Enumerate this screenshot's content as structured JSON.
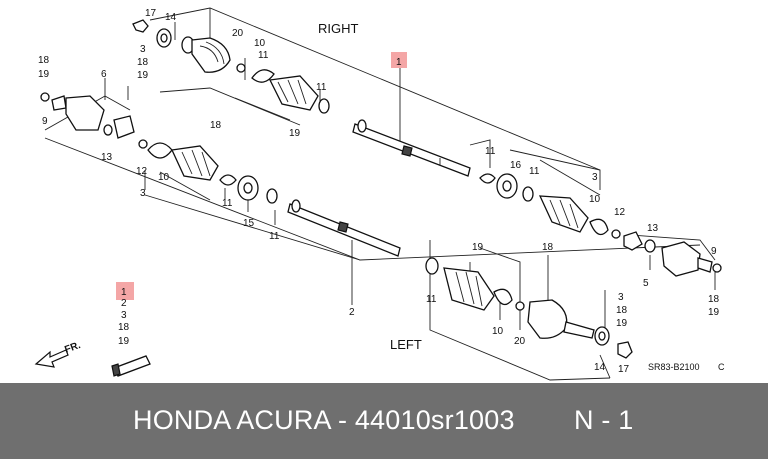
{
  "diagram": {
    "side_right": "RIGHT",
    "side_left": "LEFT",
    "front_label": "FR.",
    "drawing_code": "SR83-B2100",
    "code_suffix": "C",
    "callouts": {
      "r17": "17",
      "r14": "14",
      "r3": "3",
      "r18a": "18",
      "r19a": "19",
      "r20": "20",
      "r10": "10",
      "r11a": "11",
      "r11b": "11",
      "r18b": "18",
      "r19b": "19",
      "rHl": "1",
      "l18a": "18",
      "l19a": "19",
      "l9a": "9",
      "l6": "6",
      "l13a": "13",
      "l12a": "12",
      "l10": "10",
      "l3": "3",
      "l11a": "11",
      "l15": "15",
      "l11b": "11",
      "l2": "2",
      "m11a": "11",
      "m16": "16",
      "m11b": "11",
      "m3": "3",
      "m10": "10",
      "m12": "12",
      "m13": "13",
      "m9": "9",
      "m5": "5",
      "m18": "18",
      "m19": "19",
      "b19": "19",
      "b18": "18",
      "b11": "11",
      "b10": "10",
      "b20": "20",
      "b3": "3",
      "b18b": "18",
      "b19b": "19",
      "b14": "14",
      "b17": "17"
    },
    "kit": [
      "1",
      "2",
      "3",
      "18",
      "19"
    ]
  },
  "footer": {
    "title": "HONDA ACURA - 44010sr1003",
    "page": "N - 1"
  }
}
